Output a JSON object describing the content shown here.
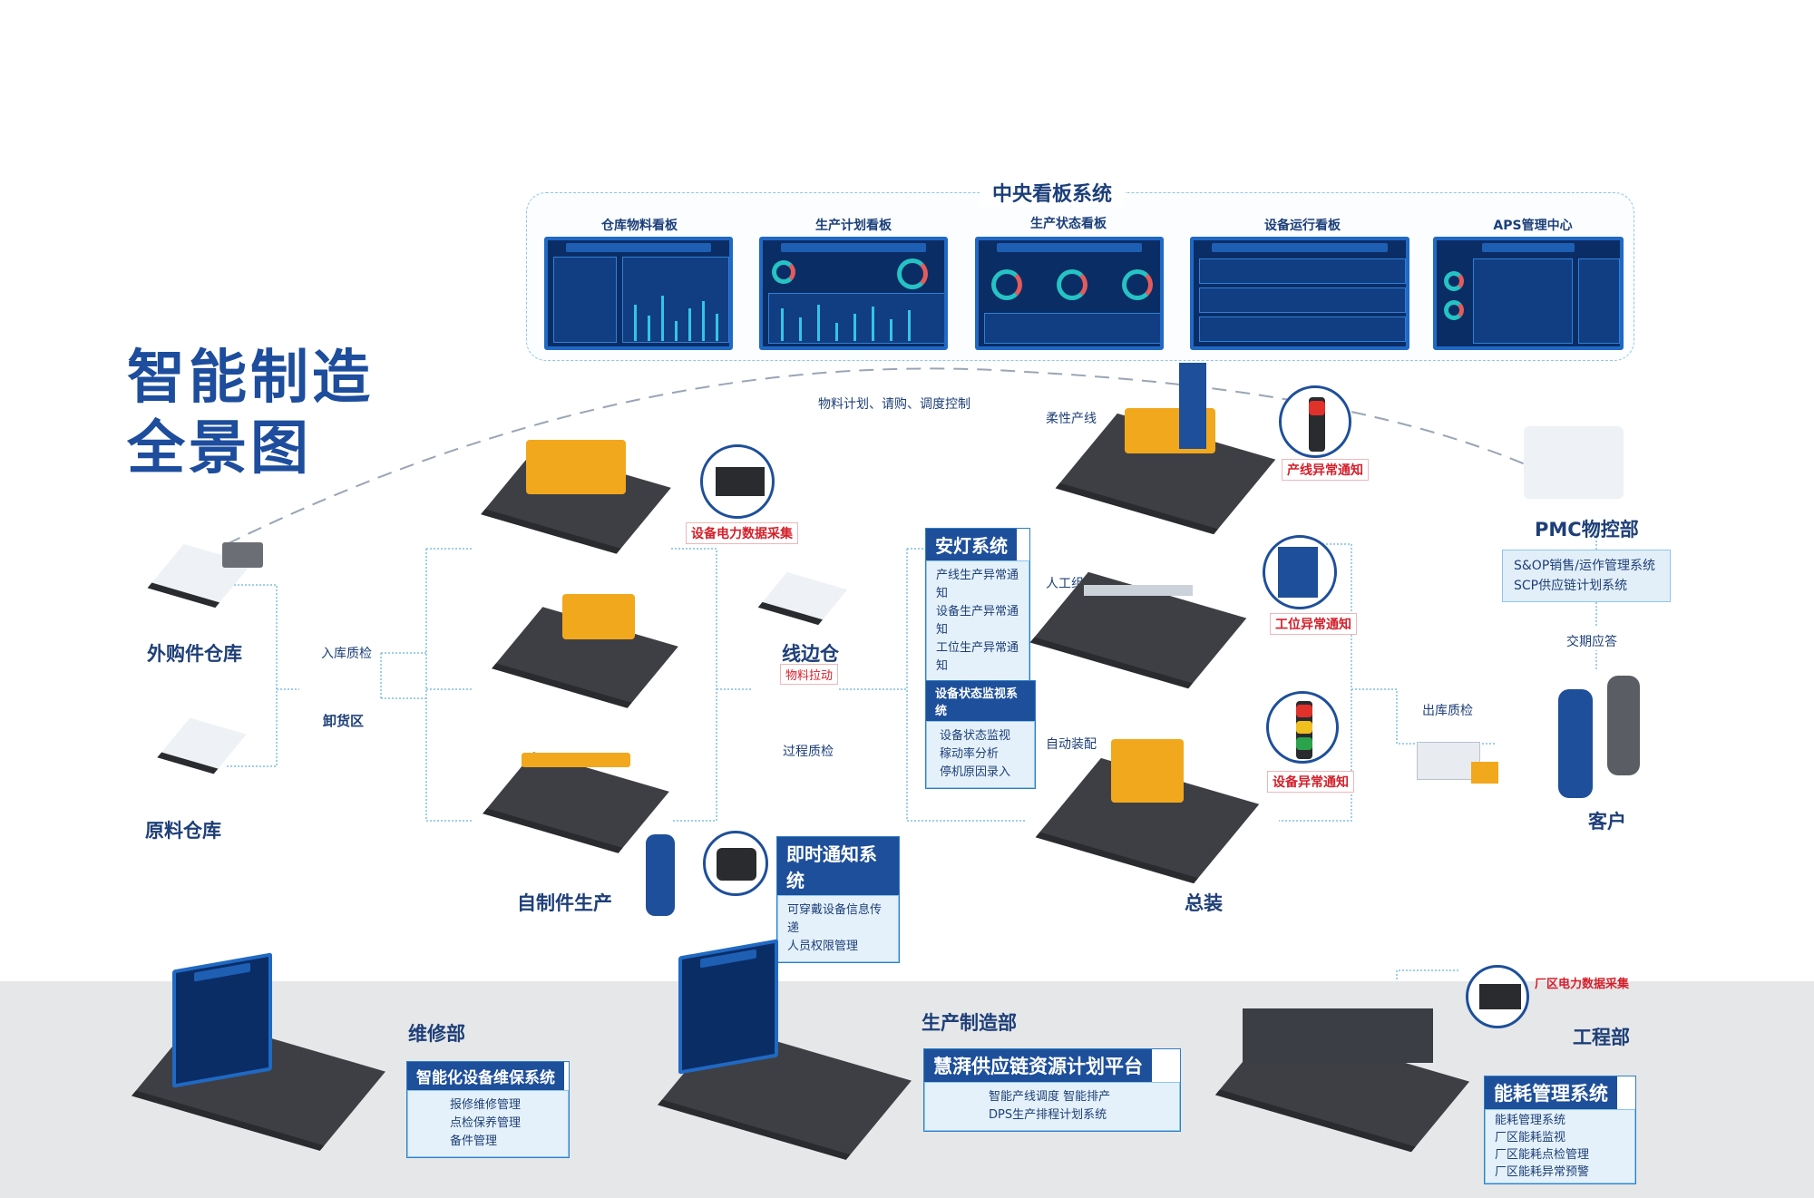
{
  "title": {
    "line1": "智能制造",
    "line2": "全景图"
  },
  "central": {
    "title": "中央看板系统",
    "boards": [
      "仓库物料看板",
      "生产计划看板",
      "生产状态看板",
      "设备运行看板",
      "APS管理中心"
    ]
  },
  "flow_labels": {
    "material_plan": "物料计划、请购、调度控制",
    "flexible_line": "柔性产线",
    "manual_assembly": "人工组装",
    "auto_assembly": "自动装配",
    "inbound_qc": "入库质检",
    "unloading": "卸货区",
    "process_qc": "过程质检",
    "outbound_qc": "出库质检",
    "delivery": "交期应答"
  },
  "nodes": {
    "purchased_wh": "外购件仓库",
    "raw_wh": "原料仓库",
    "self_production": "自制件生产",
    "line_side_wh": "线边仓",
    "material_pull": "物料拉动",
    "assembly": "总装",
    "pmc": "PMC物控部",
    "customer": "客户"
  },
  "red_tags": {
    "power_collect": "设备电力数据采集",
    "line_alert": "产线异常通知",
    "station_alert": "工位异常通知",
    "equip_alert": "设备异常通知",
    "plant_power": "厂区电力数据采集"
  },
  "andon": {
    "title": "安灯系统",
    "items": [
      "产线生产异常通知",
      "设备生产异常通知",
      "工位生产异常通知"
    ]
  },
  "monitor": {
    "title": "设备状态监视系统",
    "items": [
      "设备状态监视",
      "稼动率分析",
      "停机原因录入"
    ]
  },
  "notify": {
    "title": "即时通知系统",
    "items": [
      "可穿戴设备信息传递",
      "人员权限管理"
    ]
  },
  "pmc_box": {
    "items": [
      "S&OP销售/运作管理系统",
      "SCP供应链计划系统"
    ]
  },
  "depts": {
    "maintenance": {
      "name": "维修部",
      "system": "智能化设备维保系统",
      "items": [
        "报修维修管理",
        "点检保养管理",
        "备件管理"
      ]
    },
    "production": {
      "name": "生产制造部",
      "system": "慧湃供应链资源计划平台",
      "items": [
        "智能产线调度  智能排产",
        "DPS生产排程计划系统"
      ]
    },
    "engineering": {
      "name": "工程部",
      "system": "能耗管理系统",
      "items": [
        "能耗管理系统",
        "厂区能耗监视",
        "厂区能耗点检管理",
        "厂区能耗异常预警"
      ]
    }
  },
  "colors": {
    "brand": "#1d4d9c",
    "alert": "#d4202b",
    "panel": "#e4f1fa"
  }
}
